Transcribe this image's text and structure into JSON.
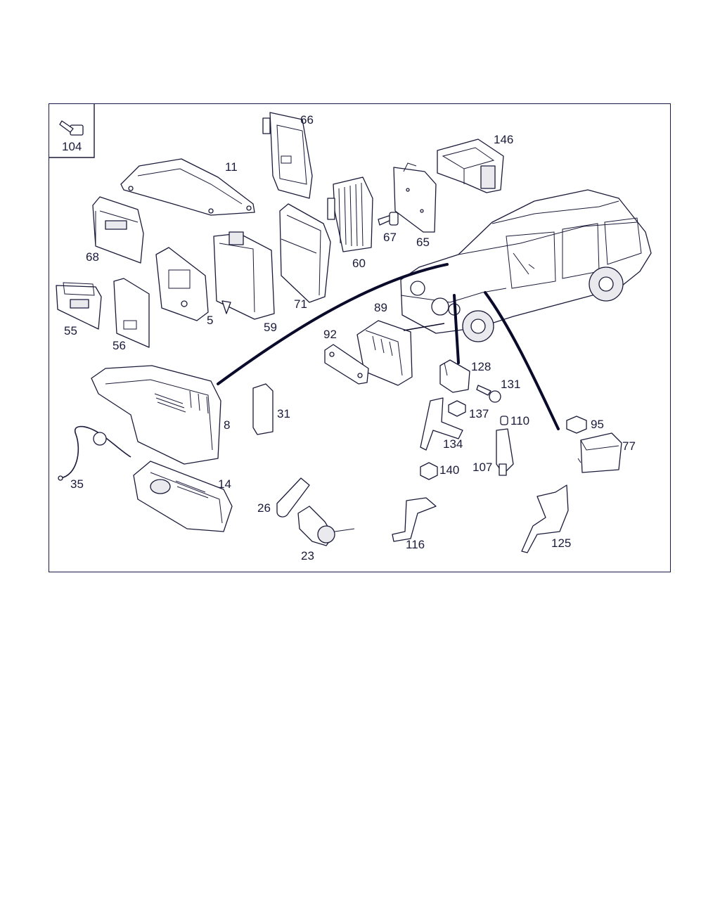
{
  "inset_label": "104",
  "parts": [
    {
      "id": "66",
      "label": "66"
    },
    {
      "id": "146",
      "label": "146"
    },
    {
      "id": "11",
      "label": "11"
    },
    {
      "id": "68",
      "label": "68"
    },
    {
      "id": "67",
      "label": "67"
    },
    {
      "id": "65",
      "label": "65"
    },
    {
      "id": "60",
      "label": "60"
    },
    {
      "id": "55",
      "label": "55"
    },
    {
      "id": "56",
      "label": "56"
    },
    {
      "id": "5",
      "label": "5"
    },
    {
      "id": "59",
      "label": "59"
    },
    {
      "id": "71",
      "label": "71"
    },
    {
      "id": "89",
      "label": "89"
    },
    {
      "id": "92",
      "label": "92"
    },
    {
      "id": "128",
      "label": "128"
    },
    {
      "id": "131",
      "label": "131"
    },
    {
      "id": "137",
      "label": "137"
    },
    {
      "id": "110",
      "label": "110"
    },
    {
      "id": "95",
      "label": "95"
    },
    {
      "id": "77",
      "label": "77"
    },
    {
      "id": "8",
      "label": "8"
    },
    {
      "id": "31",
      "label": "31"
    },
    {
      "id": "134",
      "label": "134"
    },
    {
      "id": "140",
      "label": "140"
    },
    {
      "id": "107",
      "label": "107"
    },
    {
      "id": "35",
      "label": "35"
    },
    {
      "id": "14",
      "label": "14"
    },
    {
      "id": "26",
      "label": "26"
    },
    {
      "id": "23",
      "label": "23"
    },
    {
      "id": "116",
      "label": "116"
    },
    {
      "id": "125",
      "label": "125"
    }
  ]
}
